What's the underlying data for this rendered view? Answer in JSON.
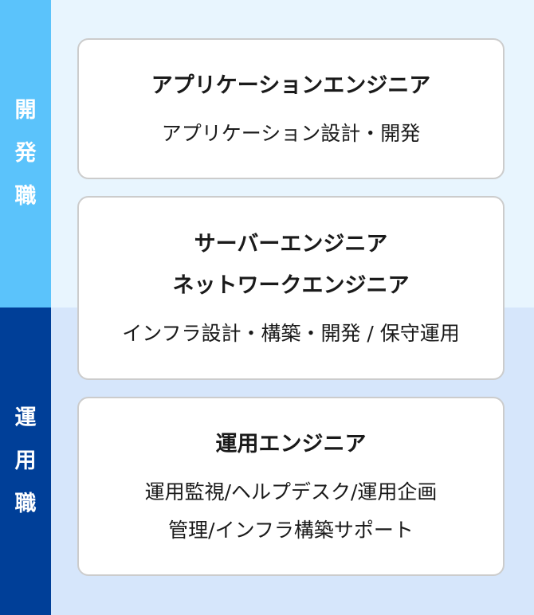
{
  "categories": [
    {
      "label": [
        "開",
        "発",
        "職"
      ],
      "color": "#5bc3fb",
      "background": "#e8f5fe"
    },
    {
      "label": [
        "運",
        "用",
        "職"
      ],
      "color": "#003f98",
      "background": "#d6e6fb"
    }
  ],
  "cards": [
    {
      "titles": [
        "アプリケーションエンジニア"
      ],
      "descriptions": [
        "アプリケーション設計・開発"
      ]
    },
    {
      "titles": [
        "サーバーエンジニア",
        "ネットワークエンジニア"
      ],
      "descriptions": [
        "インフラ設計・構築・開発 / 保守運用"
      ]
    },
    {
      "titles": [
        "運用エンジニア"
      ],
      "descriptions": [
        "運用監視/ヘルプデスク/運用企画",
        "管理/インフラ構築サポート"
      ]
    }
  ]
}
